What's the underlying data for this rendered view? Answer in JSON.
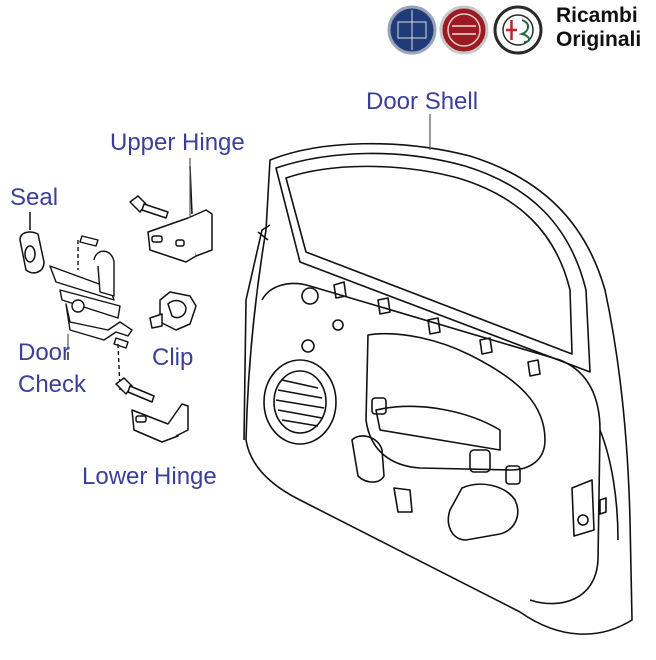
{
  "brand": {
    "line1": "Ricambi",
    "line2": "Originali",
    "logos": [
      "lancia-logo",
      "fiat-logo",
      "alfa-romeo-logo"
    ],
    "colors": {
      "lancia": "#1f3c78",
      "fiat": "#9a1b22",
      "alfa_ring": "#2a2a2a"
    }
  },
  "labels": {
    "door_shell": "Door Shell",
    "upper_hinge": "Upper Hinge",
    "seal": "Seal",
    "door_check_line1": "Door",
    "door_check_line2": "Check",
    "clip": "Clip",
    "lower_hinge": "Lower Hinge"
  },
  "colors": {
    "label": "#3b3f9a",
    "line": "#111111",
    "leader": "#555555"
  }
}
